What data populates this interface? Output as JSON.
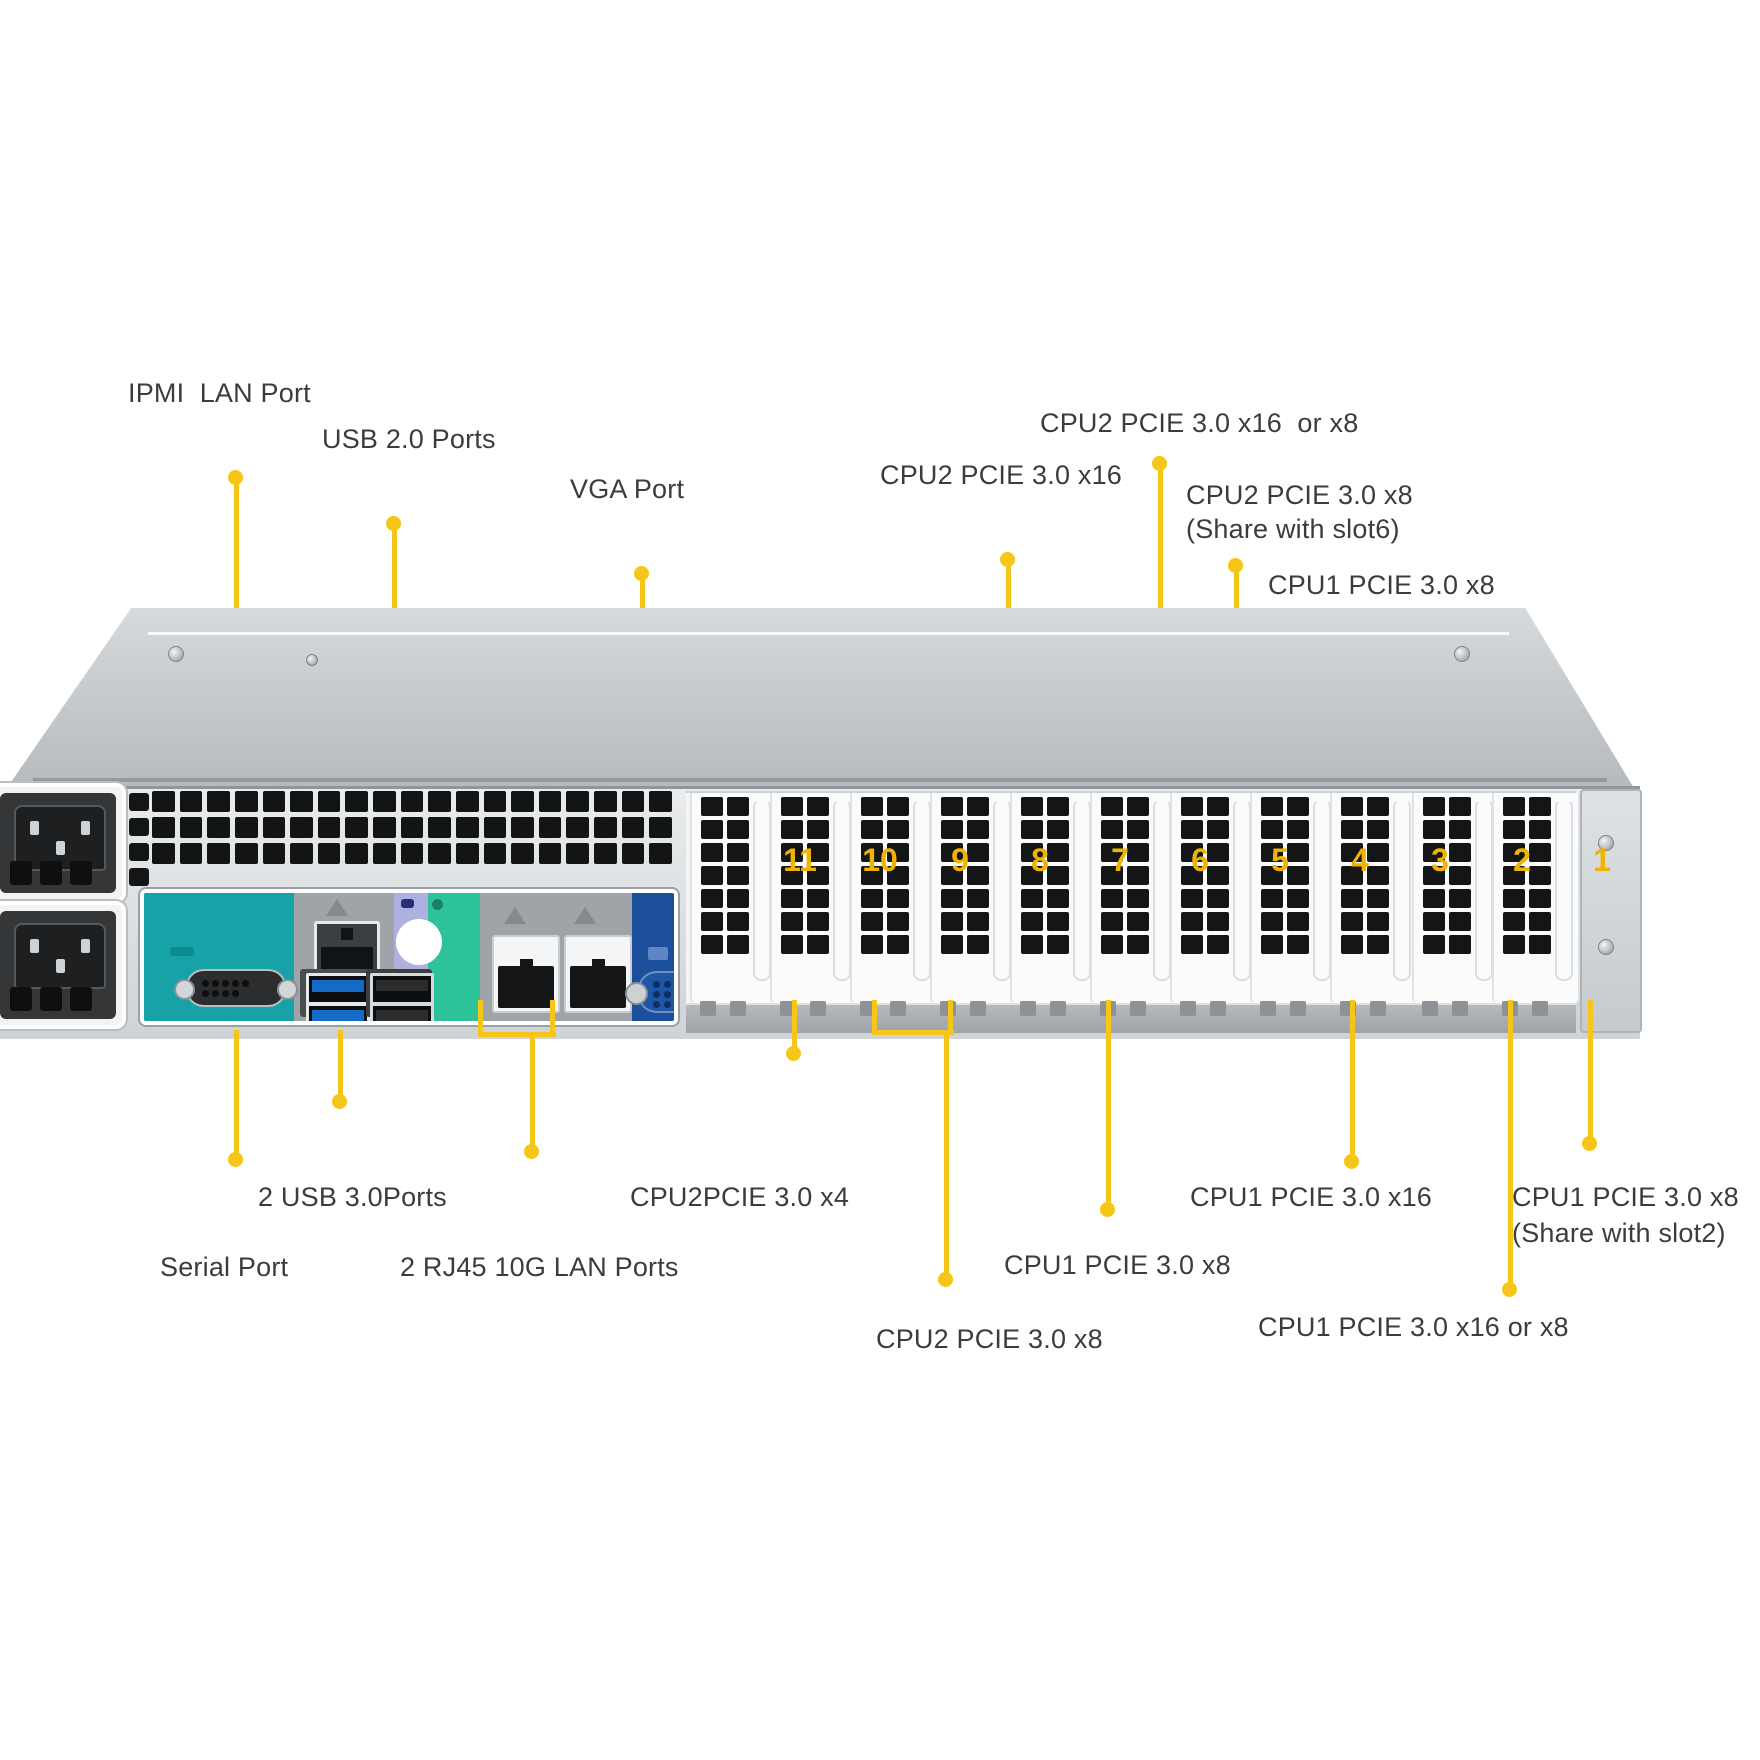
{
  "diagram": {
    "title": "Server Rear Panel I/O and PCIE Slot Layout",
    "accent_color": "#f5c518",
    "slot_number_color": "#f0b400",
    "label_color": "#3c3c3c"
  },
  "top_labels": [
    {
      "id": "ipmi-lan-port",
      "text": "IPMI  LAN Port"
    },
    {
      "id": "usb-20-ports",
      "text": "USB 2.0 Ports"
    },
    {
      "id": "vga-port",
      "text": "VGA Port"
    },
    {
      "id": "cpu2-pcie-30-x16",
      "text": "CPU2 PCIE 3.0 x16"
    },
    {
      "id": "cpu2-pcie-30-x16-or-x8",
      "text": "CPU2 PCIE 3.0 x16  or x8"
    },
    {
      "id": "cpu2-pcie-30-x8-share-slot6-line1",
      "text": "CPU2 PCIE 3.0 x8"
    },
    {
      "id": "cpu2-pcie-30-x8-share-slot6-line2",
      "text": "(Share with slot6)"
    },
    {
      "id": "cpu1-pcie-30-x8-top",
      "text": "CPU1 PCIE 3.0 x8"
    }
  ],
  "bottom_labels": [
    {
      "id": "two-usb-30-ports",
      "text": "2 USB 3.0Ports"
    },
    {
      "id": "serial-port",
      "text": "Serial Port"
    },
    {
      "id": "two-rj45-10g-lan-ports",
      "text": "2 RJ45 10G LAN Ports"
    },
    {
      "id": "cpu2-pcie-30-x4",
      "text": "CPU2PCIE 3.0 x4"
    },
    {
      "id": "cpu1-pcie-30-x16",
      "text": "CPU1 PCIE 3.0 x16"
    },
    {
      "id": "cpu1-pcie-30-x8-share-slot2-line1",
      "text": "CPU1 PCIE 3.0 x8"
    },
    {
      "id": "cpu1-pcie-30-x8-share-slot2-line2",
      "text": "(Share with slot2)"
    },
    {
      "id": "cpu1-pcie-30-x8-bottom",
      "text": "CPU1 PCIE 3.0 x8"
    },
    {
      "id": "cpu2-pcie-30-x8-bottom",
      "text": "CPU2 PCIE 3.0 x8"
    },
    {
      "id": "cpu1-pcie-30-x16-or-x8",
      "text": "CPU1 PCIE 3.0 x16 or x8"
    }
  ],
  "slot_numbers": [
    "11",
    "10",
    "9",
    "8",
    "7",
    "6",
    "5",
    "4",
    "3",
    "2",
    "1"
  ],
  "ports": [
    {
      "id": "serial-db9",
      "name": "Serial Port"
    },
    {
      "id": "ipmi-lan",
      "name": "IPMI LAN Port"
    },
    {
      "id": "usb30-upper",
      "name": "USB 3.0 Port"
    },
    {
      "id": "usb30-lower",
      "name": "USB 3.0 Port"
    },
    {
      "id": "usb20-upper",
      "name": "USB 2.0 Port"
    },
    {
      "id": "usb20-lower",
      "name": "USB 2.0 Port"
    },
    {
      "id": "rj45-lan-1",
      "name": "RJ45 10G LAN Port 1"
    },
    {
      "id": "rj45-lan-2",
      "name": "RJ45 10G LAN Port 2"
    },
    {
      "id": "vga-connector",
      "name": "VGA Port"
    },
    {
      "id": "psu-bay-upper",
      "name": "Power Supply Bay (upper)"
    },
    {
      "id": "psu-bay-lower",
      "name": "Power Supply Bay (lower)"
    }
  ]
}
